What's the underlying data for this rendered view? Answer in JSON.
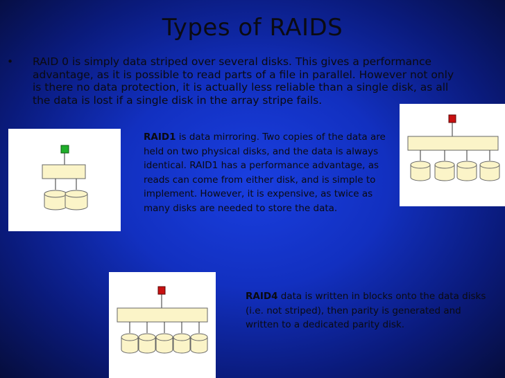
{
  "slide": {
    "title": "Types of RAIDS",
    "bullet_symbol": "•",
    "raid0_text": "RAID 0 is simply data striped over several disks. This gives a performance advantage, as it is possible to read parts of a file in parallel. However not only is there no data protection, it is actually less reliable than a single disk, as all the data is lost if a single disk in the array stripe fails.",
    "raid1": {
      "label": "RAID1",
      "text": " is data mirroring. Two copies of the data are held on two physical disks, and the data is always identical. RAID1 has a performance advantage, as reads can come from either disk, and is simple to implement. However, it is expensive, as twice as many disks are needed to store the data."
    },
    "raid4": {
      "label": "RAID4",
      "text": " data is written in blocks onto the data disks (i.e. not striped), then parity is generated and written to a dedicated parity disk."
    }
  },
  "colors": {
    "controller_green": "#1fae2a",
    "controller_red": "#c81010",
    "disk_fill": "#fbf4c8",
    "controller_fill": "#fbf4c8"
  },
  "diagrams": [
    {
      "name": "raid0-diagram",
      "controller": "green-icon",
      "disks": 2
    },
    {
      "name": "raid1-diagram",
      "controller": "red-icon",
      "disks": 4
    },
    {
      "name": "raid4-diagram",
      "controller": "red-icon",
      "disks": 5
    }
  ]
}
